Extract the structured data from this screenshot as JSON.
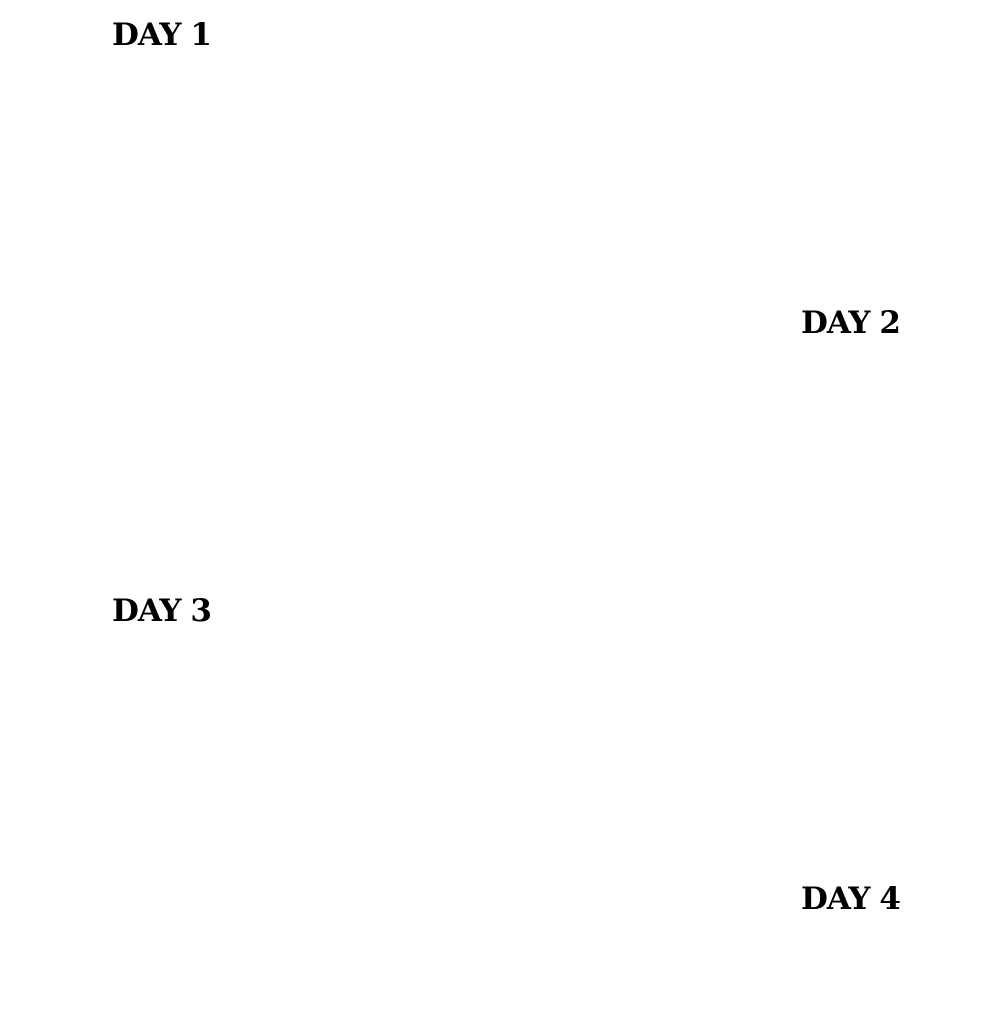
{
  "days": [
    {
      "label": "DAY 1"
    },
    {
      "label": "DAY 2"
    },
    {
      "label": "DAY 3"
    },
    {
      "label": "DAY 4"
    }
  ],
  "colors": {
    "background": "#ffffff",
    "text": "#000000"
  }
}
